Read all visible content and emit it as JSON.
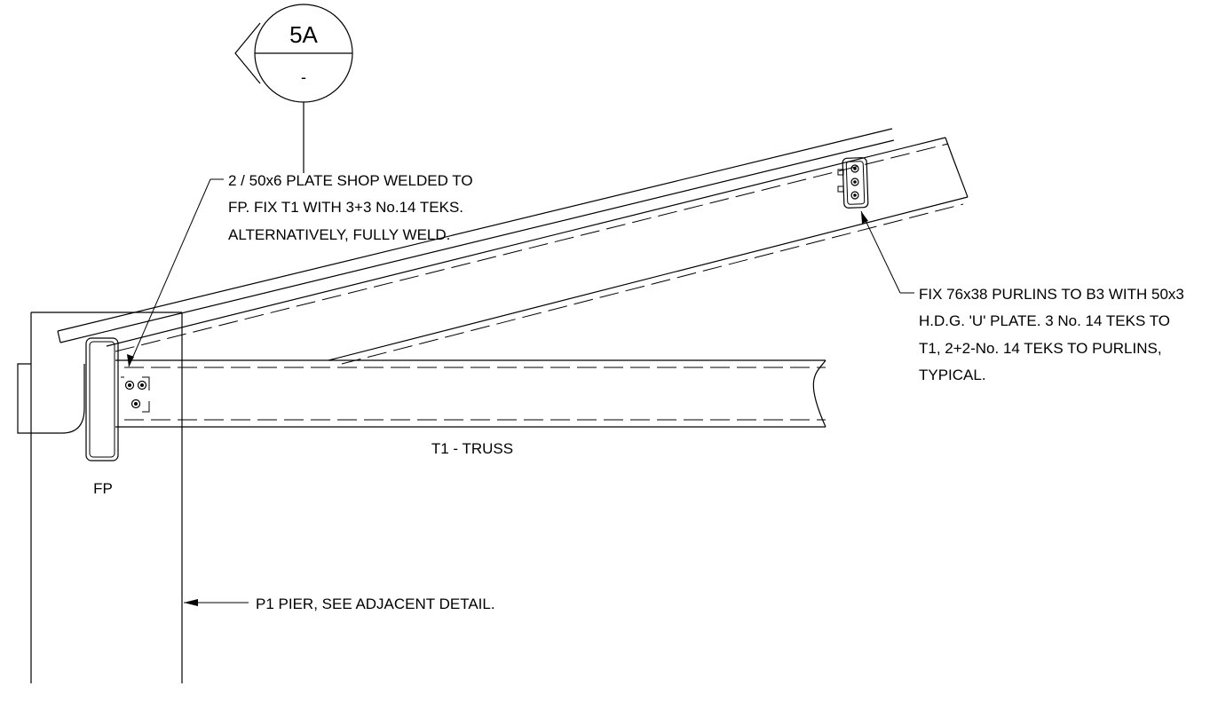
{
  "detail_tag": {
    "number": "5A",
    "sheet": "-"
  },
  "notes": {
    "plate": [
      "2 / 50x6 PLATE SHOP WELDED TO",
      "FP. FIX T1 WITH 3+3 No.14 TEKS.",
      "ALTERNATIVELY, FULLY WELD."
    ],
    "purlins": [
      "FIX 76x38 PURLINS TO B3 WITH 50x3",
      "H.D.G. 'U' PLATE. 3 No. 14 TEKS TO",
      "T1, 2+2-No. 14 TEKS TO PURLINS,",
      "TYPICAL."
    ],
    "pier": "P1 PIER, SEE ADJACENT DETAIL."
  },
  "labels": {
    "truss": "T1 - TRUSS",
    "fp": "FP"
  }
}
